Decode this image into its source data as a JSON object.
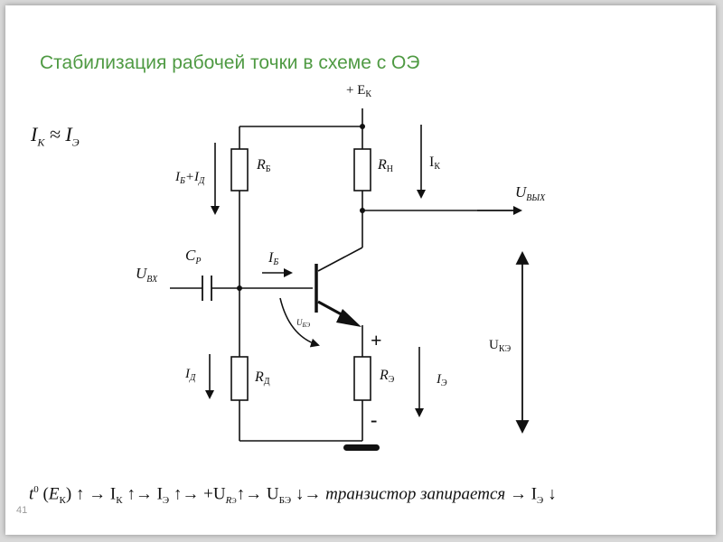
{
  "slide": {
    "title": "Стабилизация рабочей точки в схеме с ОЭ",
    "approx_left": "I",
    "approx_sub_left": "К",
    "approx_op": "≈",
    "approx_right": "I",
    "approx_sub_right": "Э",
    "page_number": "41"
  },
  "circuit": {
    "supply": "+ E",
    "supply_sub": "К",
    "rb": "R",
    "rb_sub": "Б",
    "rn": "R",
    "rn_sub": "Н",
    "rd": "R",
    "rd_sub": "Д",
    "re": "R",
    "re_sub": "Э",
    "ib_id": "I",
    "ib_id_sub1": "Б",
    "ib_id_plus": "+I",
    "ib_id_sub2": "Д",
    "ik": "I",
    "ik_sub": "К",
    "uout": "U",
    "uout_sub": "ВЫХ",
    "cp": "C",
    "cp_sub": "Р",
    "uin": "U",
    "uin_sub": "ВХ",
    "ib": "I",
    "ib_sub": "Б",
    "ube": "U",
    "ube_sub": "БЭ",
    "plus": "+",
    "minus": "-",
    "id": "I",
    "id_sub": "Д",
    "ie": "I",
    "ie_sub": "Э",
    "uke": "U",
    "uke_sub": "КЭ"
  },
  "formula": {
    "t": "t",
    "t_sup": "0",
    "ek_open": " (",
    "ek": "E",
    "ek_sub": "К",
    "ek_close": ")",
    "a1": "↑ → I",
    "ik_sub": "К",
    "a2": " ↑→ I",
    "ie_sub": "Э",
    "a3": " ↑→ +U",
    "ure_sub": "R",
    "ure_sub2": "Э",
    "a4": "↑→ U",
    "ube_sub": "БЭ",
    "a5": " ↓→ ",
    "text": "транзистор запирается",
    "a6": " → I",
    "ie2_sub": "Э",
    "a7": " ↓"
  },
  "colors": {
    "title": "#4f9a43",
    "ink": "#111111",
    "background": "#ffffff"
  }
}
